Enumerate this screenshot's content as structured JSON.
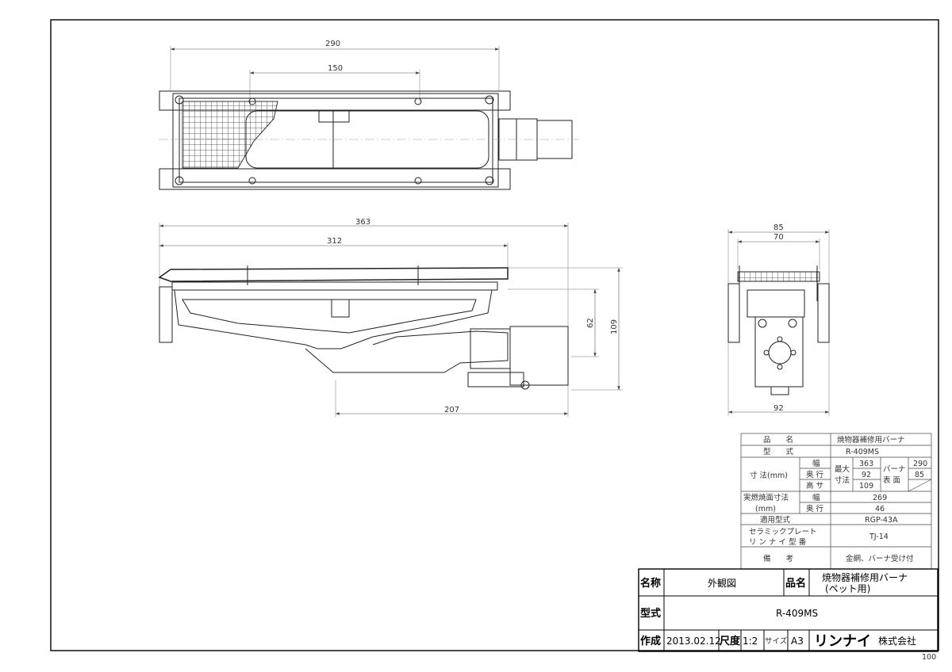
{
  "drawing": {
    "top_view": {
      "dim_overall": "290",
      "dim_inner": "150"
    },
    "side_view": {
      "dim_total": "363",
      "dim_burner": "312",
      "dim_bottom": "207",
      "dim_height_a": "62",
      "dim_height_b": "109"
    },
    "end_view": {
      "dim_outer": "85",
      "dim_inner": "70",
      "dim_bottom": "92"
    }
  },
  "spec_table": {
    "hdr_name": "品　　名",
    "val_name": "焼物器補修用バーナ",
    "hdr_type": "型　　式",
    "val_type": "R-409MS",
    "hdr_size": "寸 法(mm)",
    "sub_width": "幅",
    "sub_depth": "奥 行",
    "sub_height": "高 サ",
    "lbl_max1": "最大",
    "lbl_max2": "寸法",
    "val_w": "363",
    "val_d": "92",
    "val_h": "109",
    "lbl_burner1": "バーナ",
    "lbl_burner2": "表 面",
    "val_bw": "290",
    "val_bd": "85",
    "hdr_actual1": "実燃焼面寸法",
    "hdr_actual2": "(mm)",
    "sub_actual_w": "幅",
    "sub_actual_d": "奥 行",
    "val_actual_w": "269",
    "val_actual_d": "46",
    "hdr_applicable": "適用型式",
    "val_applicable": "RGP-43A",
    "hdr_ceramic1": "セラミックプレート",
    "hdr_ceramic2": "リ ン ナ イ 型 番",
    "val_ceramic": "TJ-14",
    "hdr_remarks": "備　　考",
    "val_remarks": "金網、バーナ受け付"
  },
  "title_block": {
    "lbl_name": "名称",
    "val_name": "外観図",
    "lbl_product": "品名",
    "val_product1": "焼物器補修用バーナ",
    "val_product2": "(ペット用)",
    "lbl_model": "型式",
    "val_model": "R-409MS",
    "lbl_created": "作成",
    "val_date": "2013.02.12",
    "lbl_scale": "尺度",
    "val_scale": "1:2",
    "lbl_size": "サイズ",
    "val_size": "A3",
    "company_logo": "リンナイ",
    "company_suffix": "株式会社"
  },
  "footer_code": "100"
}
